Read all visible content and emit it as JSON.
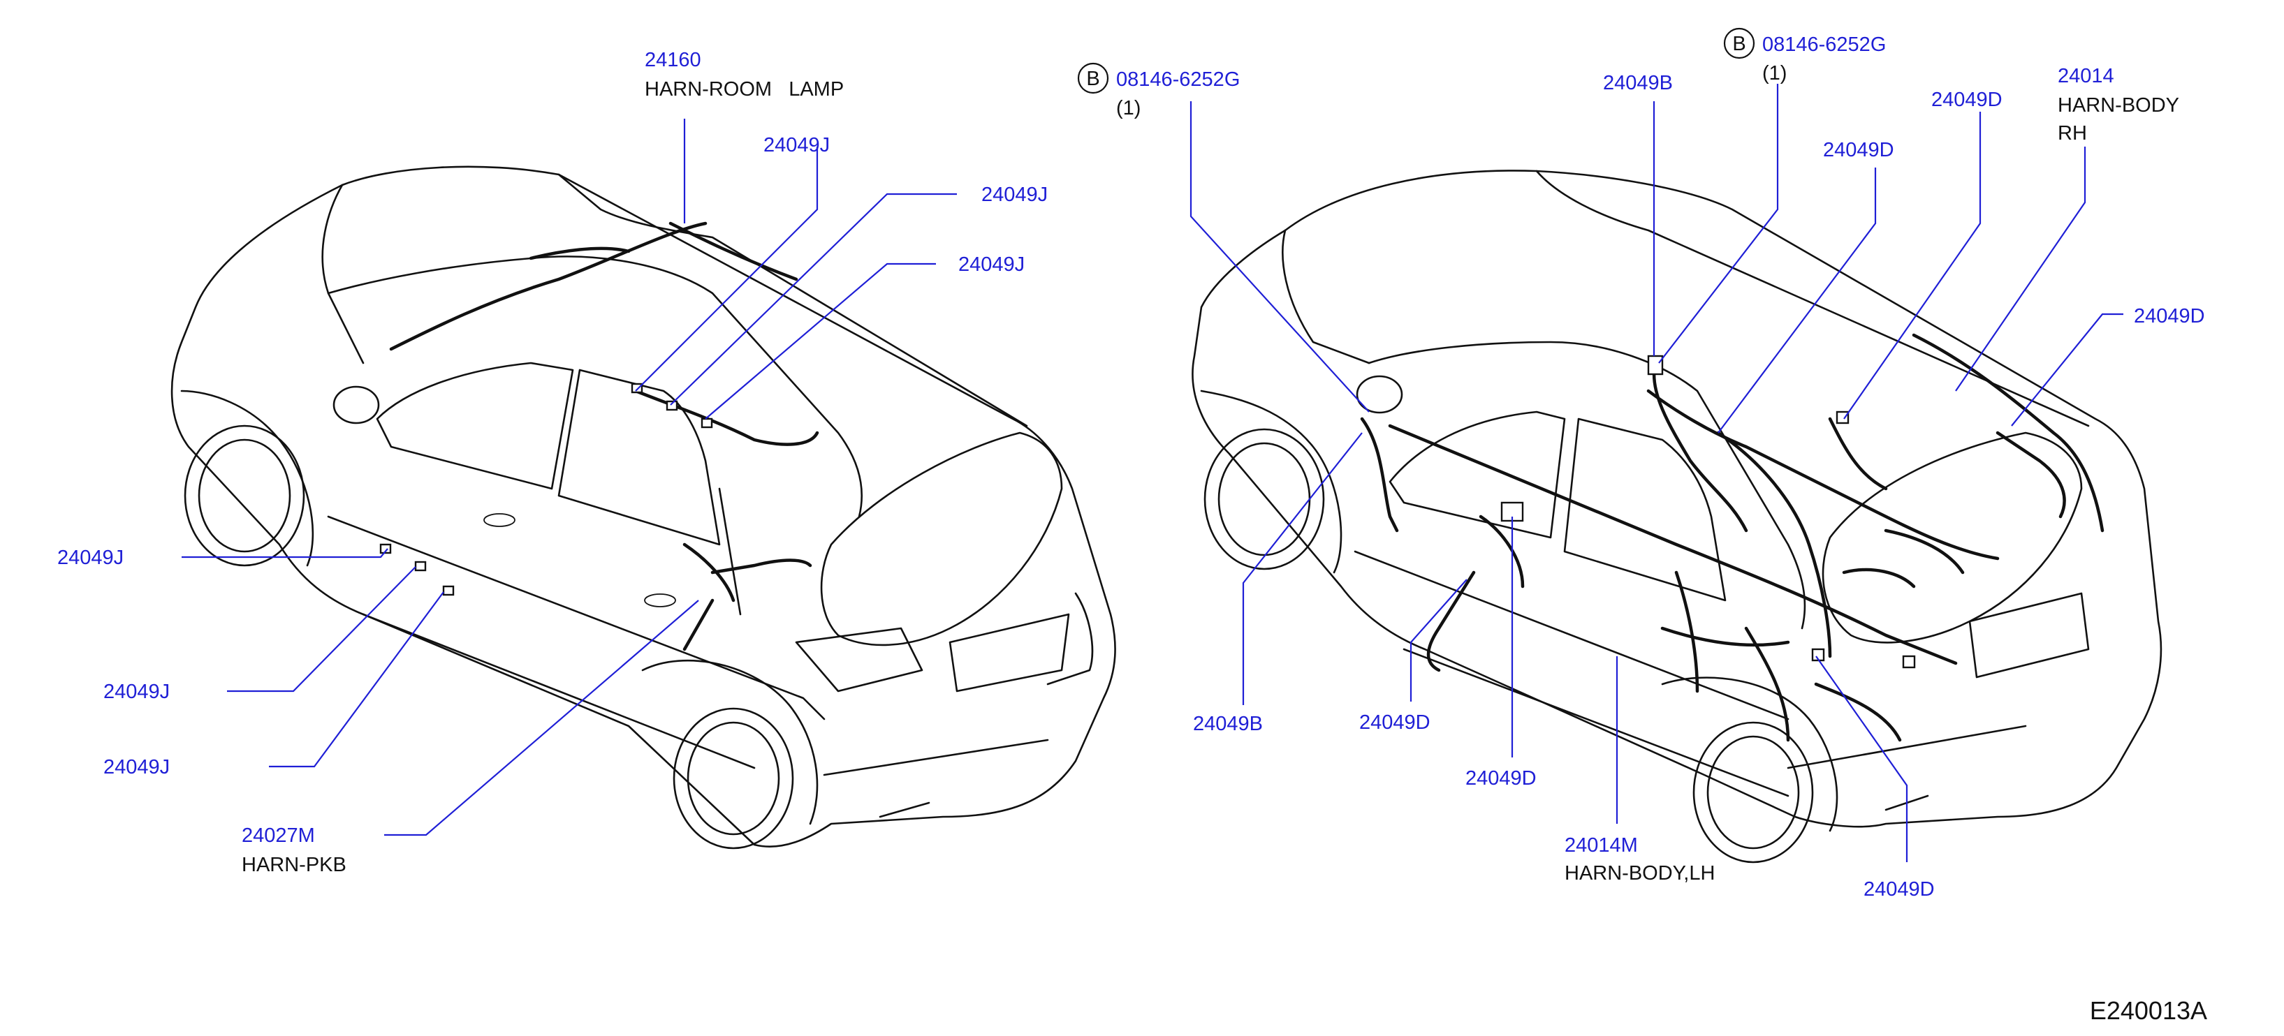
{
  "figure_id": "E240013A",
  "left_view": {
    "callouts": [
      {
        "part": "24160",
        "name_lines": [
          "HARN-ROOM   LAMP"
        ]
      },
      {
        "part": "24049J",
        "name_lines": []
      },
      {
        "part": "24049J",
        "name_lines": []
      },
      {
        "part": "24049J",
        "name_lines": []
      },
      {
        "part": "24049J",
        "name_lines": []
      },
      {
        "part": "24049J",
        "name_lines": []
      },
      {
        "part": "24049J",
        "name_lines": []
      },
      {
        "part": "24027M",
        "name_lines": [
          "HARN-PKB"
        ]
      }
    ]
  },
  "right_view": {
    "bolt_callouts": [
      {
        "marker": "B",
        "part": "08146-6252G",
        "qty": "(1)"
      },
      {
        "marker": "B",
        "part": "08146-6252G",
        "qty": "(1)"
      }
    ],
    "callouts": [
      {
        "part": "24049B",
        "name_lines": []
      },
      {
        "part": "24049D",
        "name_lines": []
      },
      {
        "part": "24014",
        "name_lines": [
          "HARN-BODY",
          "RH"
        ]
      },
      {
        "part": "24049D",
        "name_lines": []
      },
      {
        "part": "24049D",
        "name_lines": []
      },
      {
        "part": "24049B",
        "name_lines": []
      },
      {
        "part": "24049D",
        "name_lines": []
      },
      {
        "part": "24049D",
        "name_lines": []
      },
      {
        "part": "24014M",
        "name_lines": [
          "HARN-BODY,LH"
        ]
      },
      {
        "part": "24049D",
        "name_lines": []
      }
    ]
  }
}
